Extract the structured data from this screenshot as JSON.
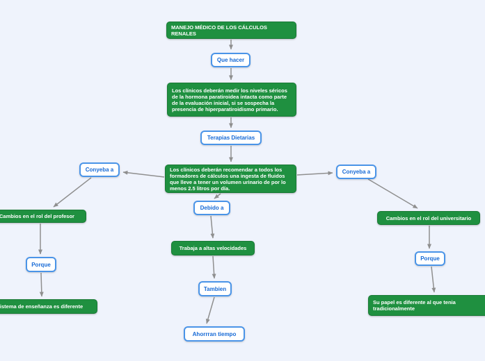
{
  "colors": {
    "background": "#eff3fc",
    "node_green": "#1f9040",
    "node_white_border": "#4a94e8",
    "node_white_text": "#1569d6",
    "arrow": "#8f8f8f"
  },
  "nodes": {
    "root": {
      "label": "MANEJO MÉDICO DE LOS CÁLCULOS RENALES"
    },
    "que_hacer": {
      "label": "Que hacer"
    },
    "medir": {
      "label": "Los clínicos deberán medir los niveles séricos de la hormona paratiroidea intacta como parte de la evaluación inicial, si se sospecha la presencia de hiperparatiroidismo primario."
    },
    "terapias_dietarias": {
      "label": "Terapias Dietarias"
    },
    "recomendar": {
      "label": "Los clínicos deberán recomendar a todos los formadores de cálculos una ingesta de fluidos que lleve a tener un volumen urinario de por lo menos 2.5 litros por día."
    },
    "conyeba_left": {
      "label": "Conyeba a"
    },
    "conyeba_right": {
      "label": "Conyeba a"
    },
    "debido_a": {
      "label": "Debido a"
    },
    "cambios_profesor": {
      "label": "Cambios en el rol del profesor"
    },
    "porque_left": {
      "label": "Porque"
    },
    "sistema_ensenanza": {
      "label": "Sistema de enseñanza es diferente"
    },
    "cambios_universitario": {
      "label": "Cambios en el rol del universitario"
    },
    "porque_right": {
      "label": "Porque"
    },
    "su_papel": {
      "label": "Su papel es diferente al que tenia tradicionalmente"
    },
    "trabaja": {
      "label": "Trabaja a altas velocidades"
    },
    "tambien": {
      "label": "Tambien"
    },
    "ahorran_tiempo": {
      "label": "Ahorrran tiempo"
    }
  }
}
